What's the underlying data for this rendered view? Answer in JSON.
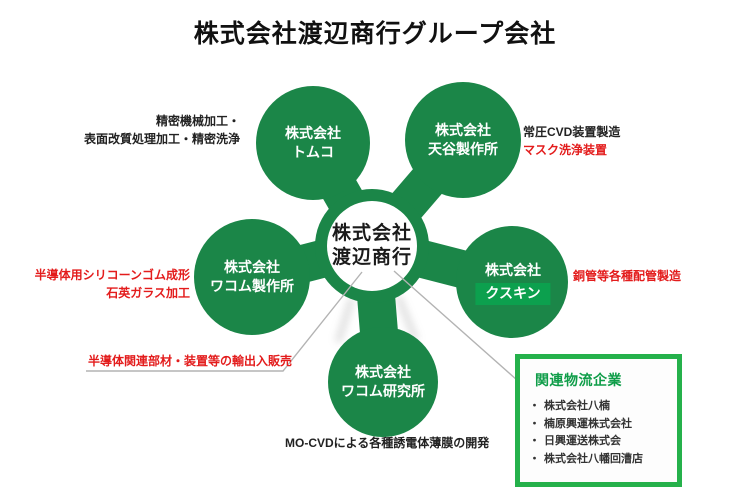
{
  "title": "株式会社渡辺商行グループ会社",
  "center": {
    "line1": "株式会社",
    "line2": "渡辺商行"
  },
  "satellites": {
    "tomuko": {
      "line1": "株式会社",
      "line2": "トムコ"
    },
    "amagai": {
      "line1": "株式会社",
      "line2": "天谷製作所"
    },
    "wacom_factory": {
      "line1": "株式会社",
      "line2": "ワコム製作所"
    },
    "kusukin": {
      "line1": "株式会社",
      "badge": "クスキン"
    },
    "wacom_lab": {
      "line1": "株式会社",
      "line2": "ワコム研究所"
    }
  },
  "notes": {
    "tomuko_line1": "精密機械加工・",
    "tomuko_line2": "表面改質処理加工・精密洗浄",
    "amagai_black": "常圧CVD装置製造",
    "amagai_red": "マスク洗浄装置",
    "wacom_factory_line1": "半導体用シリコーンゴム成形",
    "wacom_factory_line2": "石英ガラス加工",
    "kusukin_red": "銅管等各種配管製造",
    "trade_red": "半導体関連部材・装置等の輸出入販売",
    "mocvd_black": "MO-CVDによる各種誘電体薄膜の開発"
  },
  "logistics_box": {
    "title": "関連物流企業",
    "bullet": "・",
    "items": [
      "株式会社八楠",
      "楠原興運株式会社",
      "日興運送株式会",
      "株式会社八幡回漕店"
    ]
  },
  "colors": {
    "green": "#1b8648",
    "badge_green": "#0ca04e",
    "box_border_green": "#25b14b",
    "box_title_green": "#0f9d49",
    "red": "#e31c1c",
    "callout_gray": "#b3b3b3"
  }
}
